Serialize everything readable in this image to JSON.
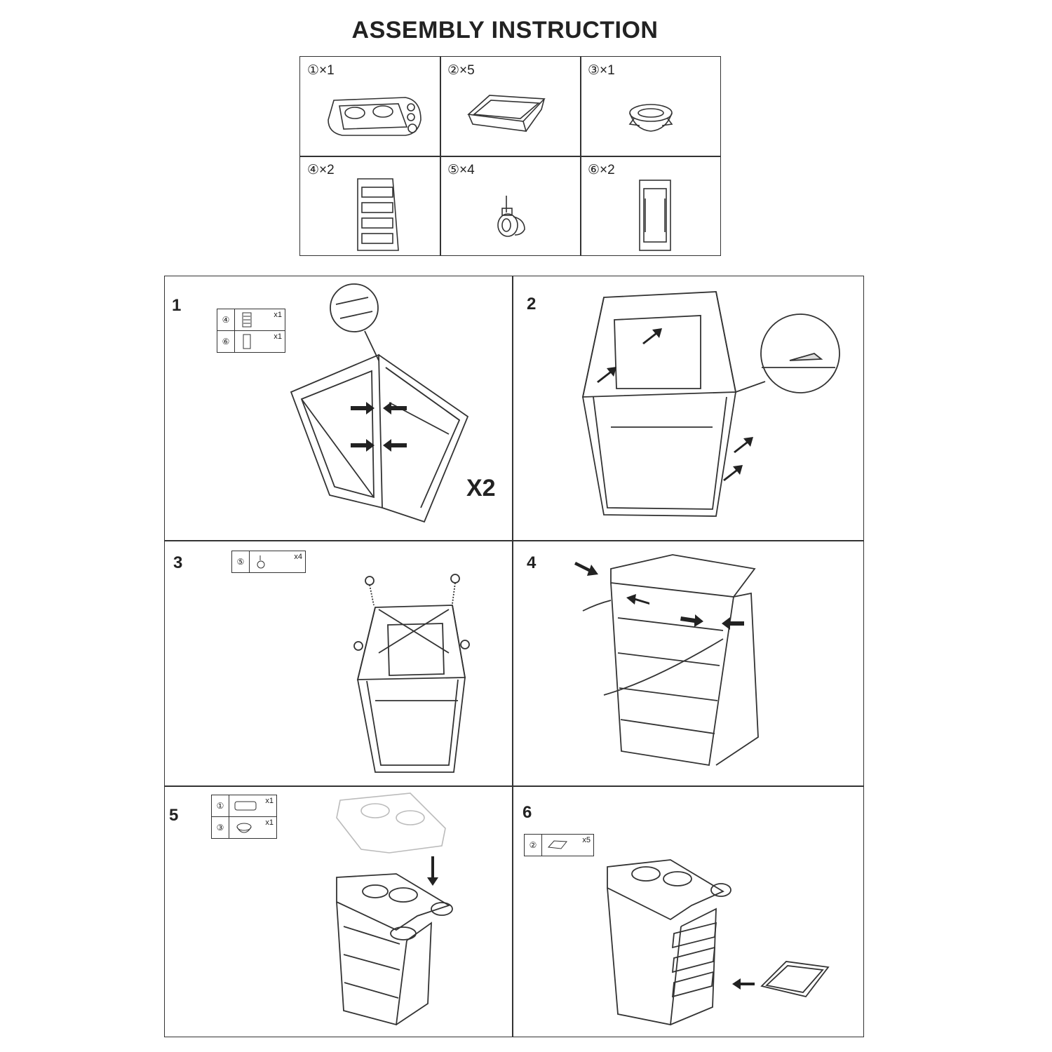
{
  "title": "ASSEMBLY INSTRUCTION",
  "parts": [
    {
      "label": "①×1",
      "icon": "tray-top-icon"
    },
    {
      "label": "②×5",
      "icon": "drawer-icon"
    },
    {
      "label": "③×1",
      "icon": "bowl-holder-icon"
    },
    {
      "label": "④×2",
      "icon": "side-panel-icon"
    },
    {
      "label": "⑤×4",
      "icon": "caster-wheel-icon"
    },
    {
      "label": "⑥×2",
      "icon": "front-panel-icon"
    }
  ],
  "steps": [
    {
      "number": "1",
      "legend": [
        {
          "id": "④",
          "qty": "x1"
        },
        {
          "id": "⑥",
          "qty": "x1"
        }
      ],
      "repeat": "X2"
    },
    {
      "number": "2"
    },
    {
      "number": "3",
      "legend": [
        {
          "id": "⑤",
          "qty": "x4"
        }
      ]
    },
    {
      "number": "4"
    },
    {
      "number": "5",
      "legend": [
        {
          "id": "①",
          "qty": "x1"
        },
        {
          "id": "③",
          "qty": "x1"
        }
      ]
    },
    {
      "number": "6",
      "legend": [
        {
          "id": "②",
          "qty": "x5"
        }
      ]
    }
  ]
}
